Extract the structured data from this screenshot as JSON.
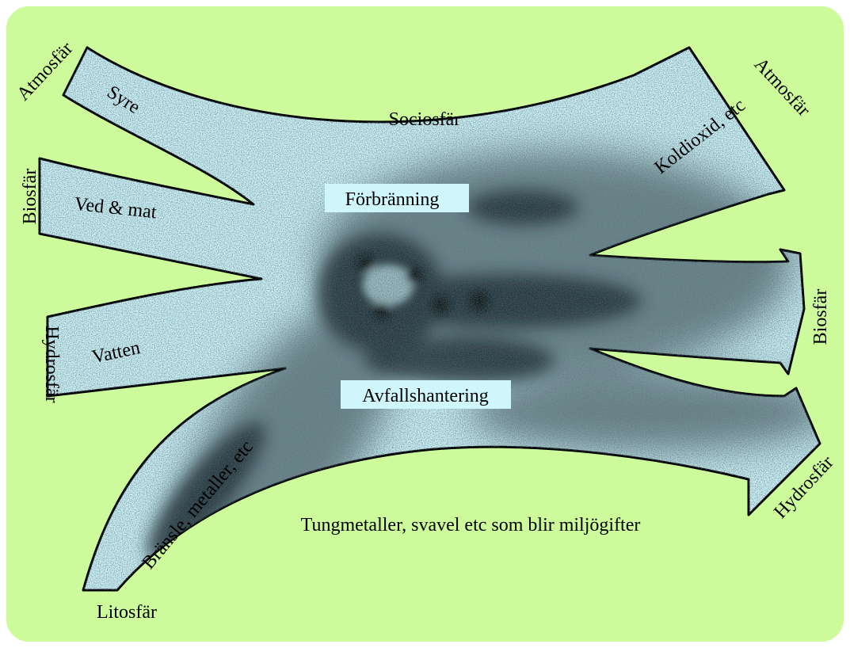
{
  "colors": {
    "background": "#ffffff",
    "panel": "#cdfb9b",
    "flow": "#cff6fb",
    "outline": "#000000",
    "smoke": "#1b2a30"
  },
  "inputs": {
    "atmosphere": {
      "sphere": "Atmosfär",
      "flow": "Syre"
    },
    "biosphere": {
      "sphere": "Biosfär",
      "flow": "Ved & mat"
    },
    "hydrosphere": {
      "sphere": "Hydrosfär",
      "flow": "Vatten"
    },
    "lithosphere": {
      "sphere": "Litosfär",
      "flow": "Bränsle, metaller, etc"
    }
  },
  "center": {
    "sociosphere": "Sociosfär",
    "combustion": "Förbränning",
    "waste_management": "Avfallshantering",
    "toxins": "Tungmetaller, svavel etc som blir miljögifter"
  },
  "outputs": {
    "atmosphere": {
      "sphere": "Atmosfär",
      "flow": "Koldioxid, etc"
    },
    "biosphere": {
      "sphere": "Biosfär"
    },
    "hydrosphere": {
      "sphere": "Hydrosfär"
    }
  }
}
